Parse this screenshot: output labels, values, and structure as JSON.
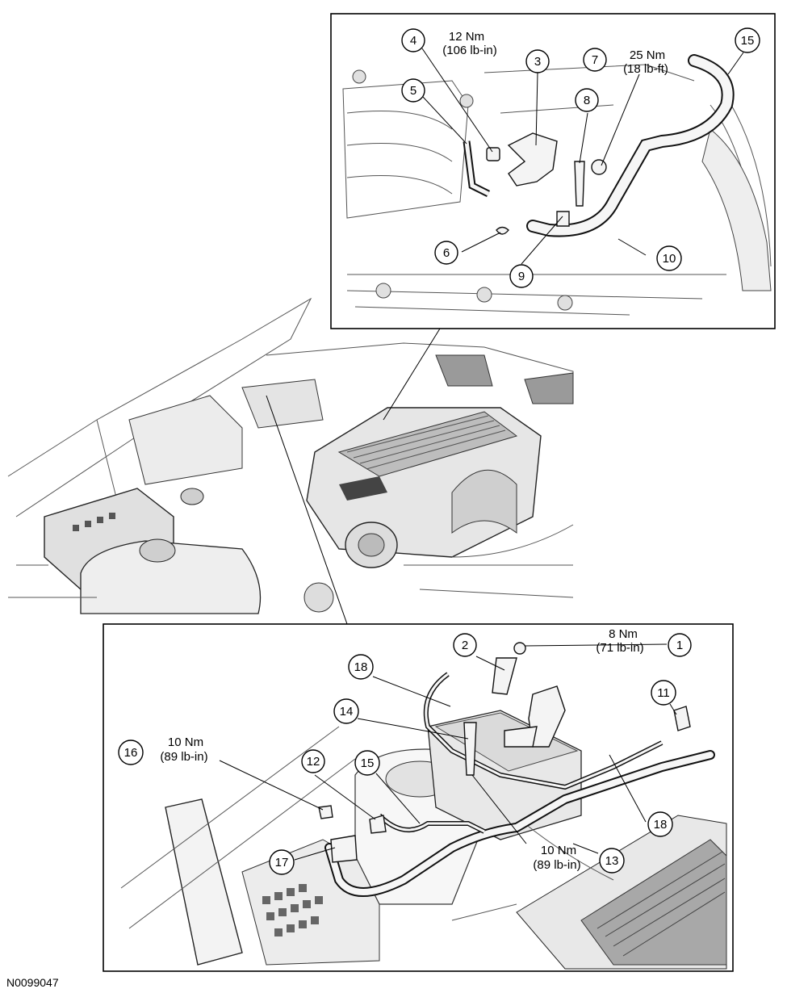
{
  "figure_id": "N0099047",
  "top_inset": {
    "callouts": [
      {
        "num": "4",
        "torque_nm": "12 Nm",
        "torque_imperial": "(106 lb-in)"
      },
      {
        "num": "3"
      },
      {
        "num": "5"
      },
      {
        "num": "7",
        "torque_nm": "25 Nm",
        "torque_imperial": "(18 lb-ft)"
      },
      {
        "num": "8"
      },
      {
        "num": "15"
      },
      {
        "num": "6"
      },
      {
        "num": "9"
      },
      {
        "num": "10"
      }
    ]
  },
  "bottom_inset": {
    "callouts": [
      {
        "num": "2"
      },
      {
        "num": "1",
        "torque_nm": "8 Nm",
        "torque_imperial": "(71 lb-in)"
      },
      {
        "num": "18"
      },
      {
        "num": "11"
      },
      {
        "num": "14"
      },
      {
        "num": "16",
        "torque_nm": "10 Nm",
        "torque_imperial": "(89 lb-in)"
      },
      {
        "num": "12"
      },
      {
        "num": "15"
      },
      {
        "num": "17"
      },
      {
        "num": "13",
        "torque_nm": "10 Nm",
        "torque_imperial": "(89 lb-in)"
      },
      {
        "num": "18"
      }
    ]
  }
}
